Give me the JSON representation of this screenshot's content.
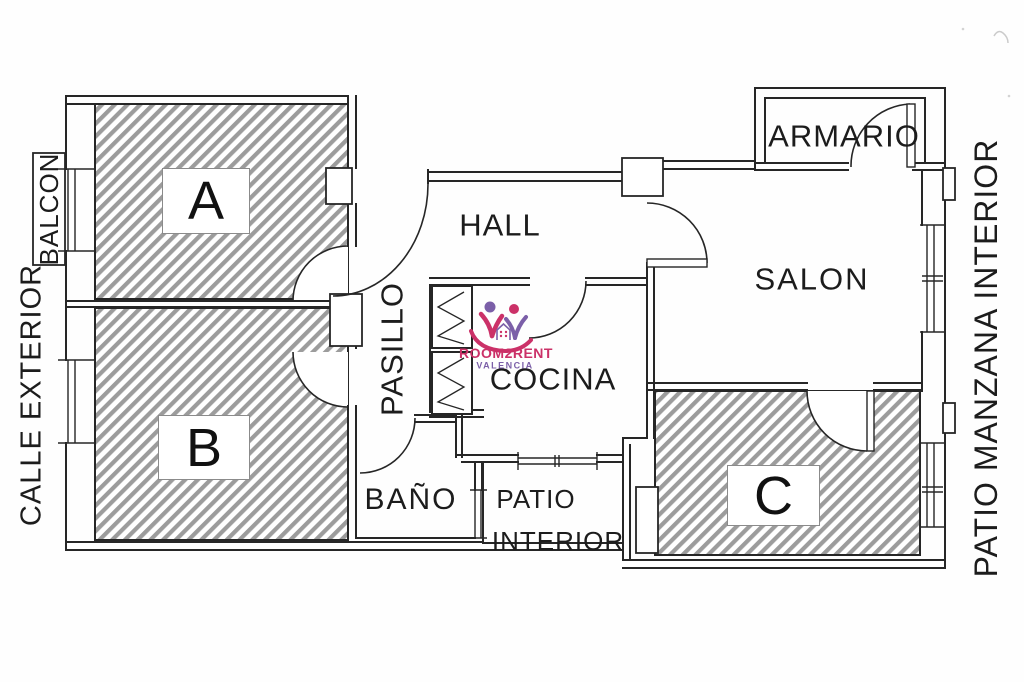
{
  "plan": {
    "rooms": {
      "a": "A",
      "b": "B",
      "c": "C",
      "hall": "HALL",
      "pasillo": "PASILLO",
      "cocina": "COCINA",
      "salon": "SALON",
      "armario": "ARMARIO",
      "bano": "BAÑO",
      "patio_interior_line1": "PATIO",
      "patio_interior_line2": "INTERIOR",
      "balcon": "BALCON"
    },
    "exterior": {
      "left_street": "CALLE EXTERIOR",
      "right_courtyard": "PATIO MANZANA INTERIOR"
    }
  },
  "logo": {
    "brand": "ROOM2RENT",
    "city": "VALENCIA"
  },
  "colors": {
    "wall": "#262626",
    "hatch": "#9c9c9c",
    "logo_pink": "#cb3168",
    "logo_purple": "#7b5fa8"
  }
}
